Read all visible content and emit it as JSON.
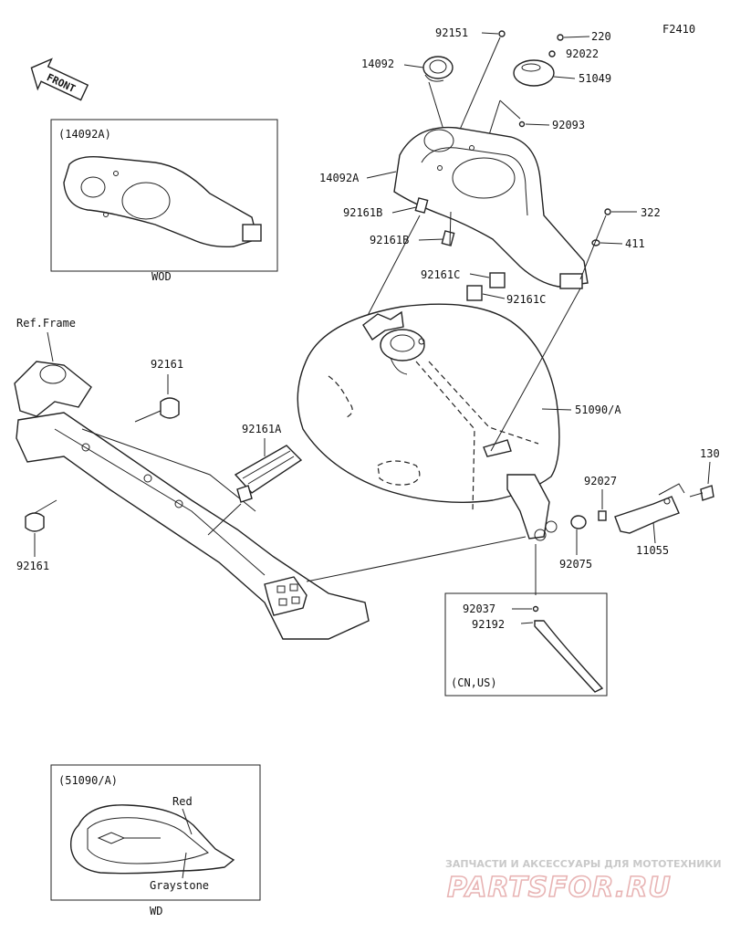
{
  "diagram_code": "F2410",
  "front_label": "FRONT",
  "inset_pad": {
    "ref": "(14092A)",
    "note": "WOD"
  },
  "inset_tank": {
    "ref": "(51090/A)",
    "note": "WD",
    "color_top": "Red",
    "color_bottom": "Graystone"
  },
  "inset_vent": {
    "note": "(CN,US)"
  },
  "ref_frame": "Ref.Frame",
  "parts": {
    "p92151": "92151",
    "p220": "220",
    "p14092": "14092",
    "p92022": "92022",
    "p51049": "51049",
    "p92093": "92093",
    "p14092A": "14092A",
    "p92161B_1": "92161B",
    "p92161B_2": "92161B",
    "p322": "322",
    "p411": "411",
    "p92161C_1": "92161C",
    "p92161C_2": "92161C",
    "p92161_top": "92161",
    "p92161A": "92161A",
    "p92161_left": "92161",
    "p51090A": "51090/A",
    "p130": "130",
    "p92027": "92027",
    "p11055": "11055",
    "p92075": "92075",
    "p92037": "92037",
    "p92192": "92192"
  },
  "watermark": {
    "line1": "ЗАПЧАСТИ И АКСЕССУАРЫ ДЛЯ МОТОТЕХНИКИ",
    "line2": "PARTSFOR.RU"
  }
}
